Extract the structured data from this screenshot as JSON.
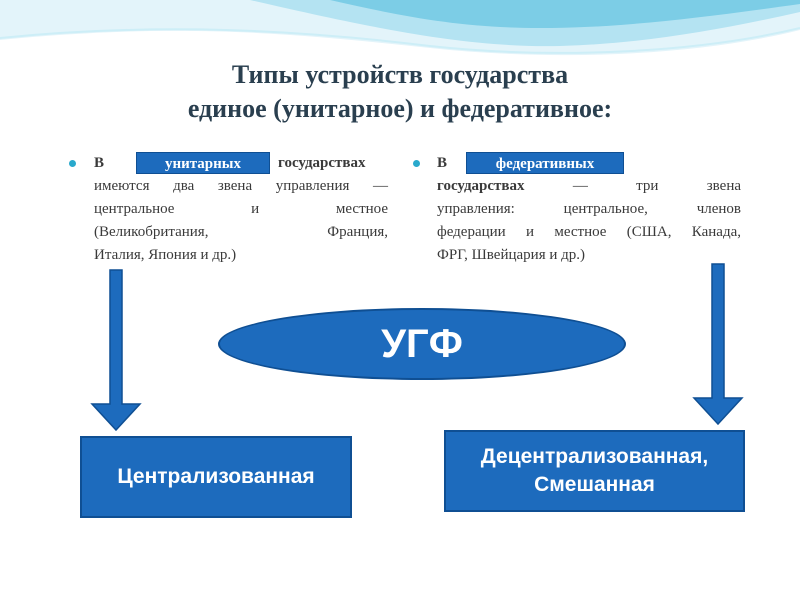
{
  "title": {
    "line1": "Типы устройств государства",
    "line2": "единое (унитарное) и федеративное:"
  },
  "left": {
    "word_v": "В",
    "label": "унитарных",
    "word_after": "государствах",
    "lines": [
      "имеются два звена управления —",
      "центральное и местное",
      "(Великобритания, Франция,"
    ],
    "last_line": "Италия, Япония и др.)"
  },
  "right": {
    "word_v": "В",
    "label": "федеративных",
    "line2_bold": "государствах",
    "line2_rest": "— три звена",
    "lines": [
      "управления: центральное, членов",
      "федерации и местное (США, Канада,"
    ],
    "last_line": "ФРГ, Швейцария и др.)"
  },
  "center": {
    "label": "УГФ"
  },
  "boxes": {
    "left": "Централизованная",
    "right_line1": "Децентрализованная,",
    "right_line2": "Смешанная"
  },
  "colors": {
    "accent_blue": "#1d6bbd",
    "bullet": "#29a9cc",
    "wave": "#a8def0"
  }
}
